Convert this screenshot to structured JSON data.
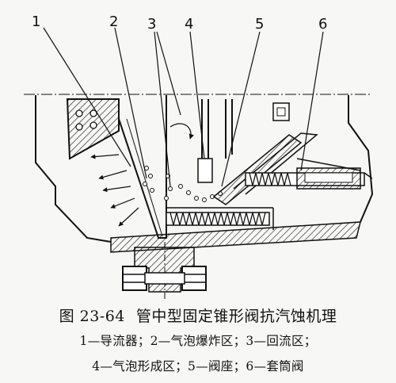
{
  "figure": {
    "number": "图 23-64",
    "title": "管中型固定锥形阀抗汽蚀机理"
  },
  "labels": [
    "1",
    "2",
    "3",
    "4",
    "5",
    "6"
  ],
  "legend": {
    "line1": "1—导流器；2—气泡爆炸区；3—回流区；",
    "line2": "4—气泡形成区；5—阀座；6—套筒阀"
  }
}
